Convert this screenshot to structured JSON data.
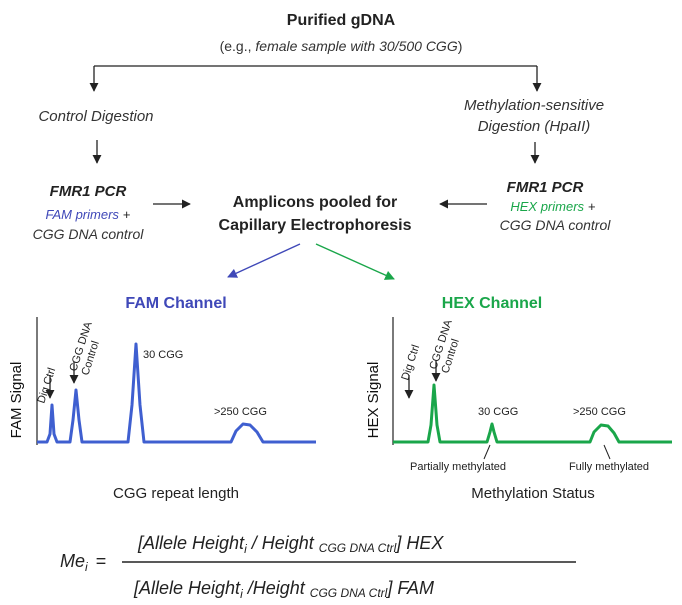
{
  "header": {
    "title": "Purified gDNA",
    "subtitle_prefix": "(e.g., ",
    "subtitle_italic": "female sample with 30/500 CGG",
    "subtitle_suffix": ")"
  },
  "left_branch": {
    "step": "Control Digestion",
    "pcr_title": "FMR1 PCR",
    "primers": "FAM primers",
    "plus": "+",
    "control": "CGG DNA control"
  },
  "right_branch": {
    "step_line1": "Methylation-sensitive",
    "step_line2": "Digestion (HpaII)",
    "pcr_title": "FMR1 PCR",
    "primers": "HEX primers",
    "plus": "+",
    "control": "CGG DNA control"
  },
  "pooled": {
    "line1": "Amplicons pooled for",
    "line2": "Capillary Electrophoresis"
  },
  "fam_panel": {
    "channel_title": "FAM Channel",
    "y_label": "FAM Signal",
    "peak_labels": {
      "dig_ctrl": "Dig Ctrl",
      "cgg_ctrl_line1": "CGG DNA",
      "cgg_ctrl_line2": "Control",
      "cgg30": "30 CGG",
      "cgg250": ">250 CGG"
    },
    "caption": "CGG repeat length"
  },
  "hex_panel": {
    "channel_title": "HEX Channel",
    "y_label": "HEX Signal",
    "peak_labels": {
      "dig_ctrl": "Dig Ctrl",
      "cgg_ctrl_line1": "CGG DNA",
      "cgg_ctrl_line2": "Control",
      "cgg30": "30 CGG",
      "cgg250": ">250 CGG"
    },
    "partially": "Partially methylated",
    "fully": "Fully methylated",
    "caption": "Methylation Status"
  },
  "equation": {
    "lhs": "Me",
    "lhs_sub": "i",
    "equals": "=",
    "num_part1": "[Allele Height",
    "num_sub1": "i",
    "num_part2": " / Height ",
    "num_sub2": "CGG DNA Ctrl",
    "num_part3": "] HEX",
    "den_part1": "[Allele Height",
    "den_sub1": "i",
    "den_part2": " /Height ",
    "den_sub2": "CGG DNA Ctrl",
    "den_part3": "] FAM"
  },
  "colors": {
    "fam": "#3f5fd0",
    "fam_title": "#3f48b8",
    "hex": "#1aa64a",
    "arrow": "#222222"
  }
}
